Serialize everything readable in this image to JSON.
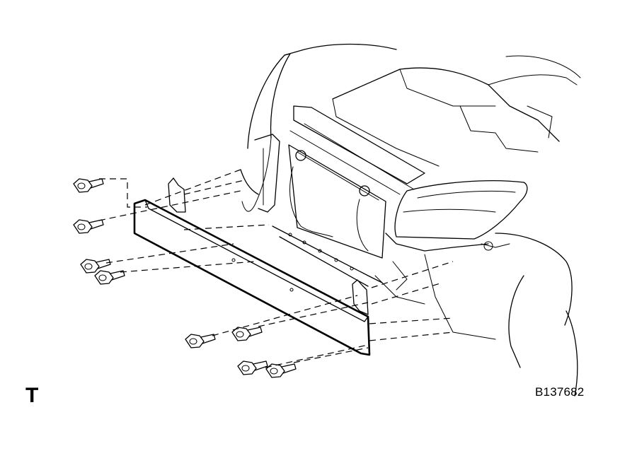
{
  "figure": {
    "view_marker": "T",
    "illustration_code": "B137682"
  },
  "parts": {
    "bolt_count": 8,
    "reinforcement_count": 1
  }
}
